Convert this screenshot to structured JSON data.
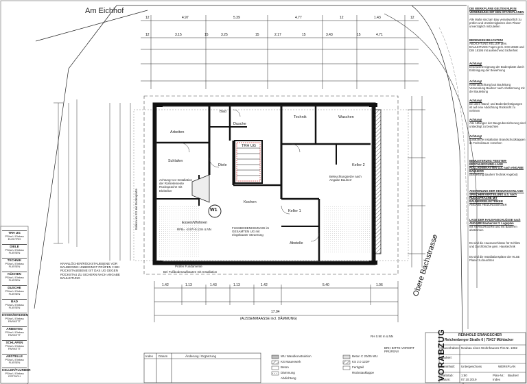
{
  "streets": {
    "am_eichhof": "Am Eichhof",
    "obere_bachstrasse": "Obere Bachstrasse"
  },
  "rooms": {
    "arbeiten": "Arbeiten",
    "bad": "Bad",
    "dusche": "Dusche",
    "technik": "Technik",
    "waschen": "Waschen",
    "schlafen": "Schlafen",
    "diele": "Diele",
    "trh_ug": "TRH UG",
    "keller2": "Keller 2",
    "kochen": "Kochen",
    "essen_wohnen": "Essen/Wohnen",
    "keller1": "Keller 1",
    "abstelle": "Abstelle",
    "w1": "W1"
  },
  "dims_top_row": [
    "12",
    "4.97",
    "5.39",
    "4.77",
    "12",
    "1.43",
    "12"
  ],
  "dims_second_row": [
    "12",
    "3.15",
    "15",
    "3.25",
    "15",
    "2.17",
    "15",
    "3.43",
    "15",
    "4.71"
  ],
  "dims_bottom": {
    "row1": [
      "1.42",
      "1.13",
      "1.43",
      "1.13",
      "1.42",
      "5.40",
      "1.06"
    ],
    "total": "17.04",
    "caption": "(AUSSENMAASSE incl. DÄMMUNG)"
  },
  "room_notes": {
    "achtung_schlafen": "Achtung! vor Installation der Rohrelemente Rücksprache mit Elektriker",
    "fussbodenheizung": "FUSSBODENHEIZUNG im GESAMTEN UG mit eingebauter Steuerung",
    "beleuchtung": "Beleuchtungsetze nach Angabe Bauherr",
    "rampe": "RFB= -2.97/-0.13m ü.NN",
    "kranlochen": "KRANLÖCHER/RÜCKSTAUEBENE VOR BAUBEGINN UNBEDINGT PRÜFEN !! BEI RÜCKSTAUEBENE IST DAS UG GEGEN RÜCKSTAU ZU SICHERN NACH ANGABE BAULEITUNG"
  },
  "notes": {
    "header": "DIE WERKPLÄNE GELTEN NUR IN VERBINDUNG MIT DEN STATIKPLÄNEN",
    "mass": "Alle Maße sind am Bau verantwortlich zu prüfen und Unstimmigkeiten dem Planer unverzüglich mitzuteilen",
    "hinweis1_title": "BEDENKEN BEACHTEN!",
    "hinweis1": "ABDICHTUNG KELLER gem. BAULEITUNG Fugen gem. DIN 18533 und DIN 18195 mit ausreichend Sicherheit",
    "hinweis2_title": "Achtung!",
    "hinweis2": "Erschwerte Eignung der Bodenplatte durch Einbringung der Bewehrung",
    "hinweis3_title": "Achtung!",
    "hinweis3": "Kellerabdichtung laut Bauleitung Verwendung Bauherr nach Abstimmung mit der Bauleitung",
    "hinweis4_title": "Achtung!",
    "hinweis4": "Bei allen Wand- und Bodenbefestigungen ist auf eine Abdichtung Rücksicht zu nehmen",
    "hinweis5_title": "Achtung!",
    "hinweis5": "Alle Abfangen der Baugrubensicherung sind unbedingt zu beachten",
    "hinweis6_title": "Achtung!",
    "hinweis6": "Zusätzliche Installation Brandschutzklappen im Technikraum vorsehen",
    "fenster_title": "BEMUSTERUNG FENSTER-ERSCHLIESSUNG-LAGE ROLLADENKASTEN u.ä. nach ANGABE BAUHERR",
    "fenster": "(Bauleitung Bauherr Technik Angebot)",
    "heizung_title": "ANORDNUNG DER HEIZUNGSANLAGE-SPEICHER/VERTEILUNG u.ä. nach RÜCKSPRACHE MIT BAUHERR/ELEKTRIKER",
    "heizung": "ANGABE HEIZUNGSBAUER",
    "haus_title": "LAGE DER HAUSANSCHLÜSSE nach ANGABE Bauherren lt. Lageplan",
    "haus": "mit VERSORGERN und mit Bauherrn abstimmen",
    "schlitz": "Es sind die Hausanschlüsse für Schlitze und Durchbrüche gem. Haustechnik",
    "install": "Es sind die Installationspläne der HLSE Planer zu beachten"
  },
  "legend_left": [
    {
      "title": "TRH UG",
      "text": "PSha U Einbau ELEKTRO"
    },
    {
      "title": "DIELE",
      "text": "PSha U Einbau FLIESEN"
    },
    {
      "title": "TECHNIK",
      "text": "PSha U Einbau FLIESEN"
    },
    {
      "title": "KÜCHEN",
      "text": "PSha U Einbau FLIESEN"
    },
    {
      "title": "DUSCHE",
      "text": "PSha U Einbau FLIESEN"
    },
    {
      "title": "BAD",
      "text": "PSha U Einbau FLIESEN"
    },
    {
      "title": "ESSEN/WOHNEN",
      "text": "PSha U Einbau PARKETT"
    },
    {
      "title": "ARBEITEN",
      "text": "PSha U Einbau PARKETT"
    },
    {
      "title": "SCHLAFEN",
      "text": "PSha U Einbau PARKETT"
    },
    {
      "title": "ABSTELLE",
      "text": "PSha U Einbau FLIESEN"
    },
    {
      "title": "KELLER/FLURBER",
      "text": "PSha U Einbau ESTRICH"
    }
  ],
  "title_block": {
    "stamp": "VORABZUG",
    "office_name": "REINHOLD ERANGSCHER",
    "office_address": "Reichenberger Straße 6 | 75417 Mühlacker",
    "bauvorhaben_label": "Bauvorhaben:",
    "bauvorhaben": "Neubau eines Wohnhauses Flst.Nr. 1082",
    "bauherr_label": "Bauherr:",
    "planinhalt_label": "Planinhalt:",
    "planinhalt": "Untergeschoss",
    "werkplan": "WERKPLAN",
    "massstab_label": "Maßstab:",
    "massstab": "1:50",
    "datum_label": "Datum:",
    "datum": "07.10.2019",
    "plannr_label": "Plan-Nr.:",
    "plannr": "Bauherr",
    "index_label": "Index"
  },
  "change_table": {
    "head_index": "Index",
    "head_datum": "Datum",
    "head_change": "Änderung / Ergänzung"
  },
  "legend_bottom": {
    "items": [
      "WU Wandkonstruktion",
      "KS Mauerwerk",
      "Beton",
      "Dämmung",
      "Abdichtung"
    ],
    "right_items": [
      "Beton C 20/25 WU",
      "KS 2.0 12DF",
      "Fertigteil",
      "Rückstauklappe"
    ]
  },
  "misc": {
    "gruenflaeche": "Balkon im EG mit Bodenplatte",
    "gruen_note": "Bei Fußbodenaufbauten mit Installation",
    "stuetze": "Prüfen Fundamente",
    "vorrat": "BRH BITTE VORORT PRÜFEN!!",
    "bottom_hint": "RH 0.90 m ü.NN"
  },
  "colors": {
    "line": "#1a1a1a",
    "thin": "#555555",
    "grey_fill": "#d8d8d8",
    "hatch": "#444444",
    "paper": "#ffffff"
  }
}
